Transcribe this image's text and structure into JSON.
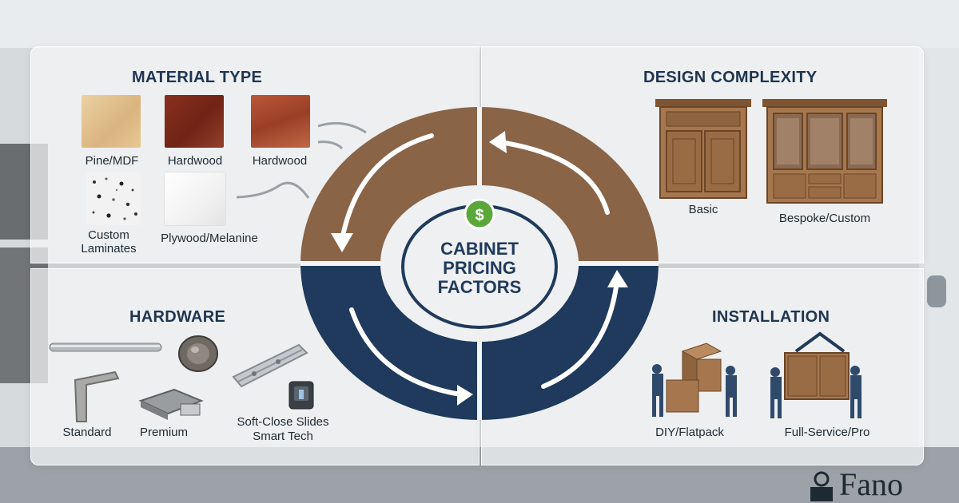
{
  "center": {
    "lines": [
      "CABINET",
      "PRICING",
      "FACTORS"
    ],
    "icon": "dollar-icon"
  },
  "colors": {
    "brown": "#8a6446",
    "navy": "#1f3a5c",
    "accent_green": "#5aa83a",
    "title": "#1f3550"
  },
  "material": {
    "title": "MATERIAL TYPE",
    "items": [
      "Pine/MDF",
      "Hardwood",
      "Hardwood",
      "Custom Laminates",
      "Plywood/Melanine"
    ]
  },
  "design": {
    "title": "DESIGN COMPLEXITY",
    "items": [
      "Basic",
      "Bespoke/Custom"
    ]
  },
  "hardware": {
    "title": "HARDWARE",
    "items": [
      "Standard",
      "Premium",
      "Soft-Close Slides",
      "Smart Tech"
    ]
  },
  "installation": {
    "title": "INSTALLATION",
    "items": [
      "DIY/Flatpack",
      "Full-Service/Pro"
    ]
  },
  "watermark": "Fano"
}
